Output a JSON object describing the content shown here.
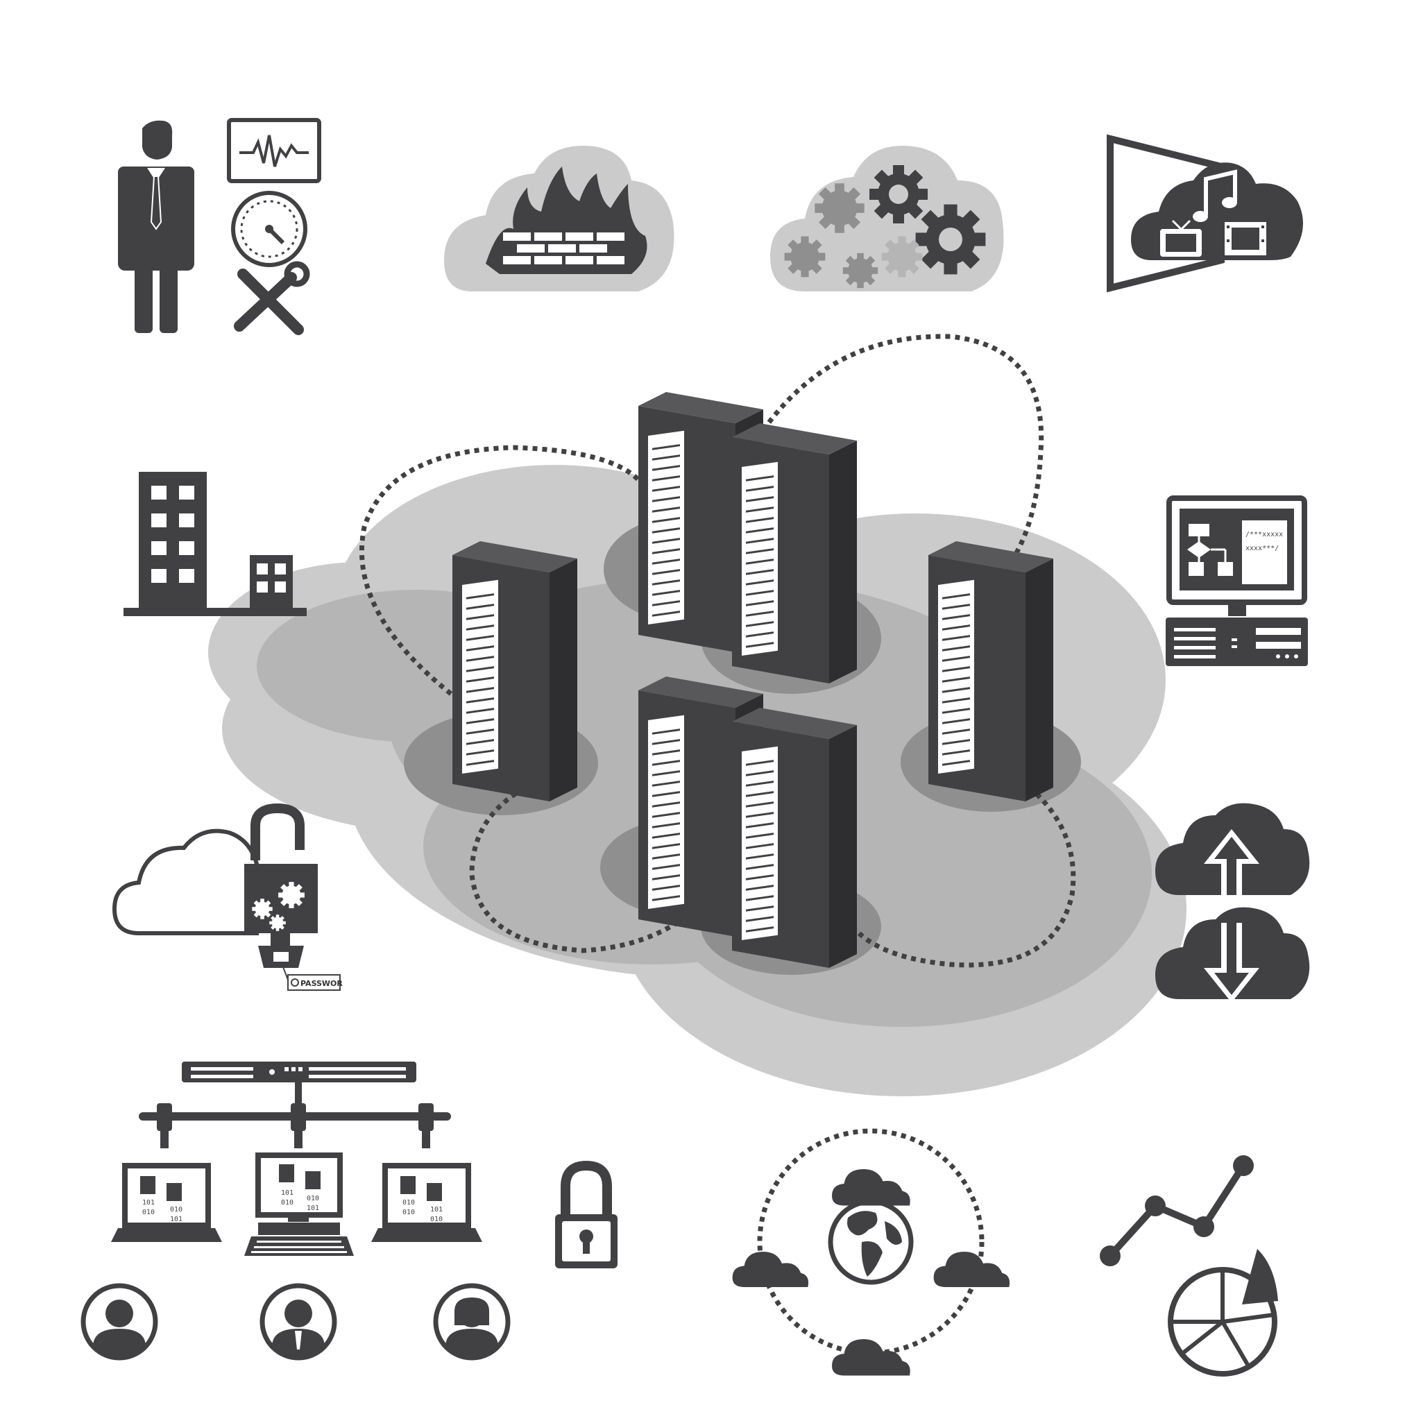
{
  "colors": {
    "dark": "#414042",
    "cloud_light": "#cbcbcb",
    "cloud_mid": "#b5b5b5",
    "cloud_shadow": "#8f8f8f",
    "rack_front": "#ffffff",
    "background": "#ffffff"
  },
  "icons": [
    "businessman-icon",
    "pulse-monitor-icon",
    "gauge-icon",
    "tools-icon",
    "firewall-cloud-icon",
    "gears-cloud-icon",
    "media-cloud-icon",
    "office-building-icon",
    "code-workstation-icon",
    "cloud-lock-icon",
    "cloud-upload-icon",
    "cloud-download-icon",
    "network-hub-icon",
    "padlock-icon",
    "global-cloud-network-icon",
    "analytics-icon",
    "server-rack-icon",
    "user-avatar-icon"
  ],
  "labels": {
    "code_line_1": "/***xxxxx",
    "code_line_2": "xxxx***/",
    "password_tag": "PASSWOR",
    "binary_line_1": "010",
    "binary_line_2": "101",
    "binary_line_3": "010"
  }
}
